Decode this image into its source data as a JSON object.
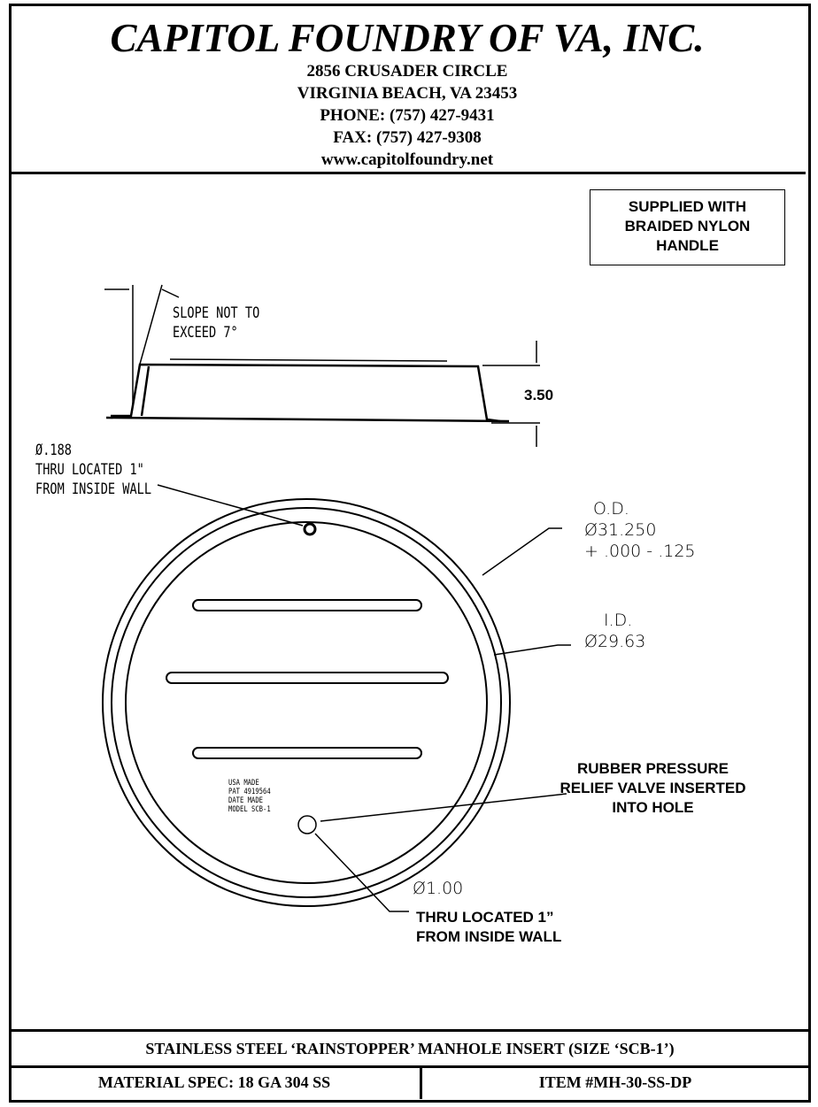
{
  "header": {
    "company": "CAPITOL FOUNDRY OF VA, INC.",
    "address1": "2856 CRUSADER CIRCLE",
    "address2": "VIRGINIA BEACH, VA 23453",
    "phone": "PHONE: (757) 427-9431",
    "fax": "FAX: (757) 427-9308",
    "website": "www.capitolfoundry.net"
  },
  "drawing": {
    "note_box": [
      "SUPPLIED WITH",
      "BRAIDED NYLON",
      "HANDLE"
    ],
    "slope_note": [
      "SLOPE NOT TO",
      "EXCEED 7°"
    ],
    "height_dim": "3.50",
    "small_hole": [
      "Ø.188",
      "THRU LOCATED 1\"",
      "FROM INSIDE WALL"
    ],
    "od": [
      "O.D.",
      "Ø31.250",
      "+ .000 - .125"
    ],
    "id": [
      "I.D.",
      "Ø29.63"
    ],
    "valve_note": [
      "RUBBER PRESSURE",
      "RELIEF VALVE INSERTED",
      "INTO HOLE"
    ],
    "large_hole": [
      "Ø1.00",
      "THRU LOCATED 1”",
      "FROM INSIDE WALL"
    ],
    "stamp": [
      "USA MADE",
      "PAT 4919564",
      "DATE MADE",
      "MODEL SCB-1"
    ]
  },
  "footer": {
    "title": "STAINLESS STEEL ‘RAINSTOPPER’ MANHOLE INSERT (SIZE ‘SCB-1’)",
    "material": "MATERIAL SPEC:  18 GA 304 SS",
    "item": "ITEM #MH-30-SS-DP"
  }
}
